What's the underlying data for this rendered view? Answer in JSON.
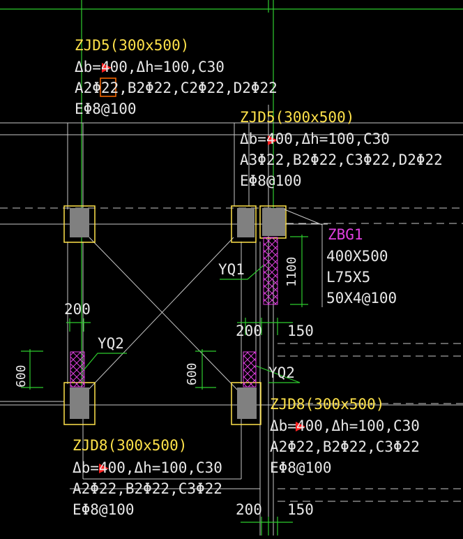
{
  "labels": {
    "zjd5_a": {
      "title": "ZJD5(300x500)",
      "line1": "Δb=400,Δh=100,C30",
      "line2": "A2Φ22,B2Φ22,C2Φ22,D2Φ22",
      "line3": "EΦ8@100"
    },
    "zjd5_b": {
      "title": "ZJD5(300x500)",
      "line1": "Δb=400,Δh=100,C30",
      "line2": "A3Φ22,B2Φ22,C3Φ22,D2Φ22",
      "line3": "EΦ8@100"
    },
    "zbg1": {
      "title": "ZBG1",
      "line1": "400X500",
      "line2": "L75X5",
      "line3": "50X4@100"
    },
    "zjd8_a": {
      "title": "ZJD8(300x500)",
      "line1": "Δb=400,Δh=100,C30",
      "line2": "A2Φ22,B2Φ22,C3Φ22",
      "line3": "EΦ8@100"
    },
    "zjd8_b": {
      "title": "ZJD8(300x500)",
      "line1": "Δb=400,Δh=100,C30",
      "line2": "A2Φ22,B2Φ22,C3Φ22",
      "line3": "EΦ8@100"
    },
    "yq1": "YQ1",
    "yq2_left": "YQ2",
    "yq2_right": "YQ2"
  },
  "dimensions": {
    "d200_left": "200",
    "d600_left": "600",
    "d600_mid": "600",
    "d1100": "1100",
    "d200_mid": "200",
    "d150_mid": "150",
    "d200_bottom": "200",
    "d150_bottom": "150"
  },
  "colors": {
    "background": "#000000",
    "label_yellow": "#ffe24a",
    "label_white": "#e8e8e8",
    "label_magenta": "#e040e0",
    "axis_green": "#2ecc2e",
    "column_fill": "#808080",
    "column_outline": "#ffe24a",
    "marker_red": "#ff2020",
    "highlight_orange": "#ff6a00"
  }
}
